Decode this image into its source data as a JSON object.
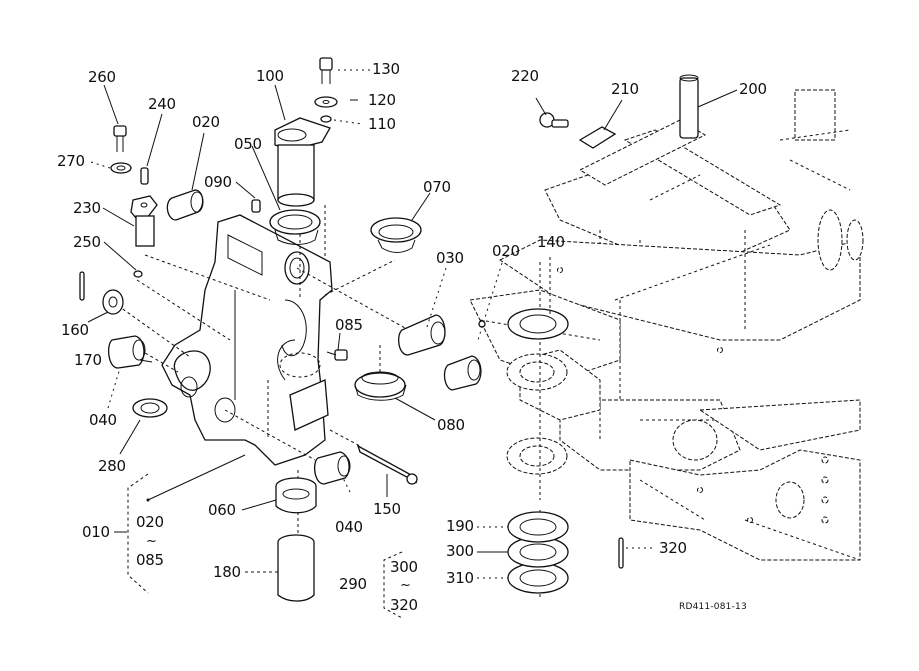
{
  "diagram": {
    "type": "exploded-parts-diagram",
    "reference_code": "RD411-081-13",
    "callouts": [
      {
        "id": "260",
        "label": "260"
      },
      {
        "id": "240",
        "label": "240"
      },
      {
        "id": "020a",
        "label": "020"
      },
      {
        "id": "100",
        "label": "100"
      },
      {
        "id": "130",
        "label": "130"
      },
      {
        "id": "120",
        "label": "120"
      },
      {
        "id": "110",
        "label": "110"
      },
      {
        "id": "270",
        "label": "270"
      },
      {
        "id": "050",
        "label": "050"
      },
      {
        "id": "090",
        "label": "090"
      },
      {
        "id": "070",
        "label": "070"
      },
      {
        "id": "230",
        "label": "230"
      },
      {
        "id": "250",
        "label": "250"
      },
      {
        "id": "030",
        "label": "030"
      },
      {
        "id": "160",
        "label": "160"
      },
      {
        "id": "085",
        "label": "085"
      },
      {
        "id": "170",
        "label": "170"
      },
      {
        "id": "040a",
        "label": "040"
      },
      {
        "id": "080",
        "label": "080"
      },
      {
        "id": "280",
        "label": "280"
      },
      {
        "id": "060",
        "label": "060"
      },
      {
        "id": "040b",
        "label": "040"
      },
      {
        "id": "150",
        "label": "150"
      },
      {
        "id": "180",
        "label": "180"
      },
      {
        "id": "290",
        "label": "290"
      },
      {
        "id": "220",
        "label": "220"
      },
      {
        "id": "210",
        "label": "210"
      },
      {
        "id": "200",
        "label": "200"
      },
      {
        "id": "140",
        "label": "140"
      },
      {
        "id": "020b",
        "label": "020"
      },
      {
        "id": "190",
        "label": "190"
      },
      {
        "id": "300",
        "label": "300"
      },
      {
        "id": "310",
        "label": "310"
      },
      {
        "id": "320",
        "label": "320"
      }
    ],
    "groups": [
      {
        "id": "010",
        "label": "010",
        "range_from": "020",
        "range_sep": "~",
        "range_to": "085"
      },
      {
        "id": "290",
        "label": "290",
        "range_from": "300",
        "range_sep": "~",
        "range_to": "320"
      }
    ]
  }
}
